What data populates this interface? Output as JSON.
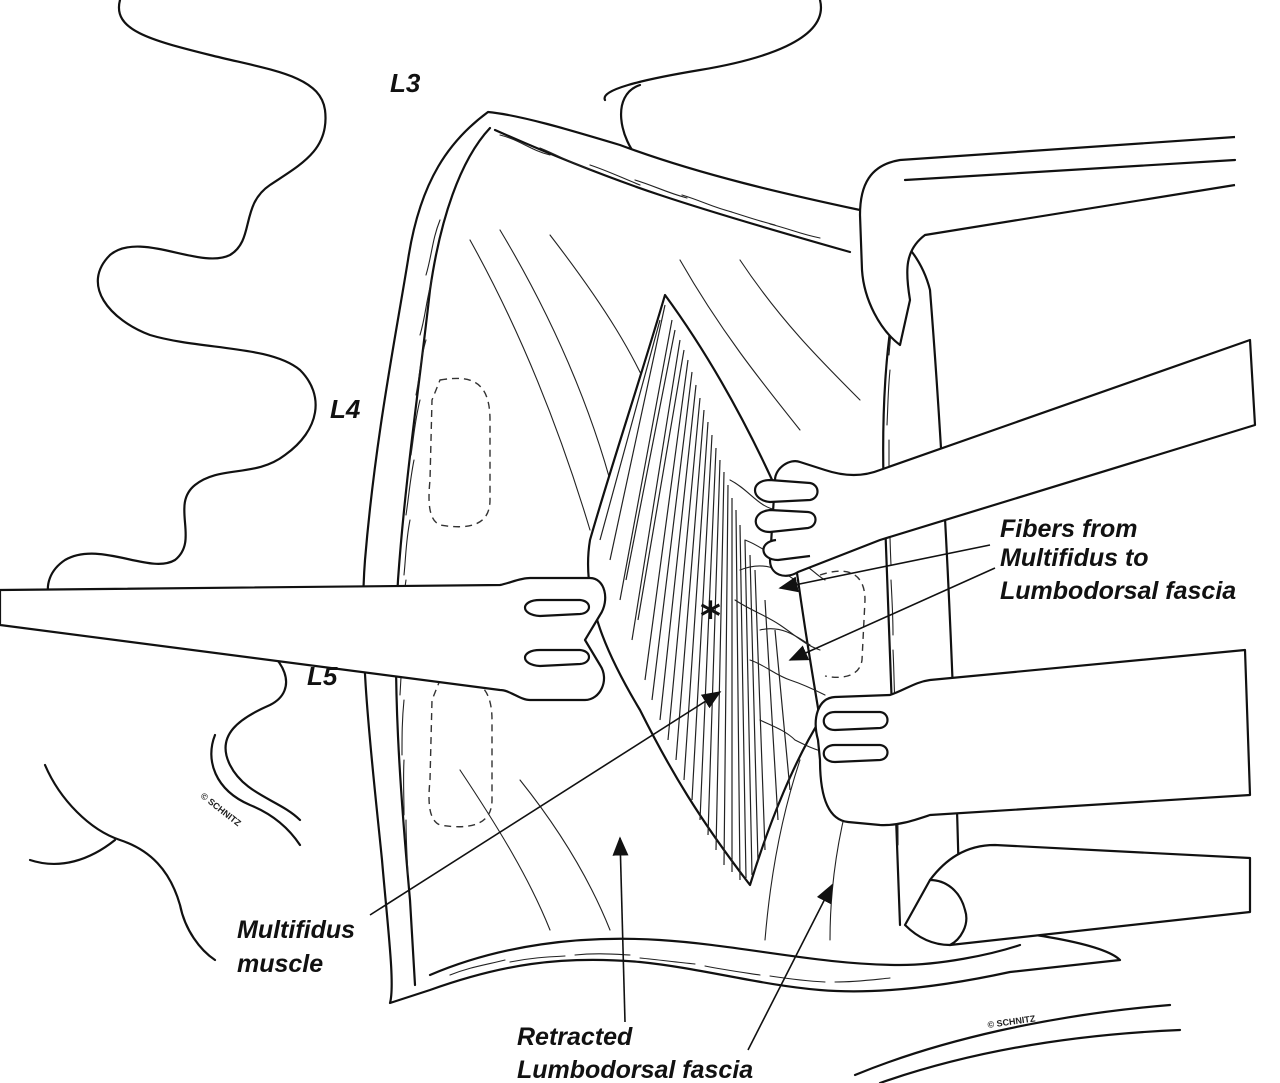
{
  "vertebral_levels": {
    "l3": "L3",
    "l4": "L4",
    "l5": "L5"
  },
  "labels": {
    "fibers_line1": "Fibers from",
    "fibers_line2": "Multifidus to",
    "fibers_line3": "Lumbodorsal fascia",
    "multifidus_line1": "Multifidus",
    "multifidus_line2": "muscle",
    "retracted_line1": "Retracted",
    "retracted_line2": "Lumbodorsal fascia"
  },
  "marker": "*",
  "copyright": {
    "left": "© SCHNITZ",
    "right": "© SCHNITZ"
  },
  "colors": {
    "ink": "#111111",
    "background": "#ffffff"
  }
}
